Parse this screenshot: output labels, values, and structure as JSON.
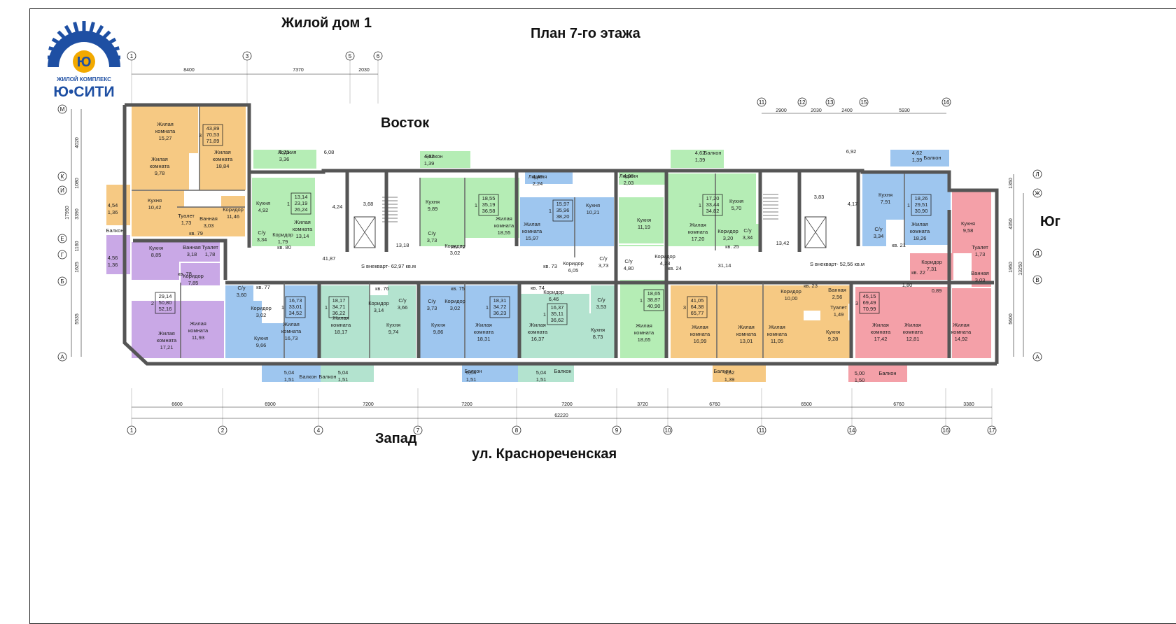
{
  "logo": {
    "letter": "Ю",
    "subtitle": "ЖИЛОЙ КОМПЛЕКС",
    "brand": "Ю•СИТИ",
    "color": "#1e4fa3",
    "accent": "#f2a900"
  },
  "headings": {
    "house": "Жилой дом 1",
    "floor": "План 7-го этажа",
    "east": "Восток",
    "south": "Юг",
    "west": "Запад",
    "street": "ул. Краснореченская"
  },
  "corridor_areas": [
    "S внекварт- 62,97 кв.м",
    "S внекварт- 52,56 кв.м"
  ],
  "colors": {
    "yellow": "#f6c983",
    "green": "#b5edb5",
    "blue": "#9ec6ef",
    "purple": "#c9a8e6",
    "mint": "#b3e3cf",
    "pink": "#f4a0a8",
    "wall": "#555555"
  },
  "rooms": [
    {
      "id": "r1",
      "color": "yellow",
      "labels": [
        "Жилая",
        "комната",
        "15,27"
      ]
    },
    {
      "id": "r2",
      "color": "yellow",
      "labels": [
        "Жилая",
        "комната",
        "18,84"
      ]
    },
    {
      "id": "r3",
      "color": "yellow",
      "labels": [
        "Жилая",
        "комната",
        "9,78"
      ]
    },
    {
      "id": "r4",
      "color": "yellow",
      "labels": [
        "Кухня",
        "10,42"
      ]
    },
    {
      "id": "r5",
      "color": "yellow",
      "labels": [
        "Туалет",
        "1,73"
      ]
    },
    {
      "id": "r6",
      "color": "yellow",
      "labels": [
        "Ванная",
        "3,03"
      ]
    },
    {
      "id": "r7",
      "color": "yellow",
      "labels": [
        "Коридор",
        "11,46"
      ]
    },
    {
      "id": "r8",
      "color": "yellow",
      "labels": [
        "4,54",
        "1,36"
      ]
    },
    {
      "id": "r9",
      "color": "green",
      "labels": [
        "6,71",
        "3,36"
      ]
    },
    {
      "id": "r10",
      "color": "green",
      "labels": [
        "Кухня",
        "4,92"
      ]
    },
    {
      "id": "r11",
      "color": "green",
      "labels": [
        "Жилая",
        "комната",
        "13,14"
      ]
    },
    {
      "id": "r12",
      "color": "green",
      "labels": [
        "С/у",
        "3,34"
      ]
    },
    {
      "id": "r13",
      "color": "green",
      "labels": [
        "Коридор",
        "1,79"
      ]
    },
    {
      "id": "r14",
      "color": "green",
      "labels": [
        "4,62",
        "1,39"
      ]
    },
    {
      "id": "r15",
      "color": "green",
      "labels": [
        "Кухня",
        "9,89"
      ]
    },
    {
      "id": "r16",
      "color": "green",
      "labels": [
        "Жилая",
        "комната",
        "18,55"
      ]
    },
    {
      "id": "r17",
      "color": "green",
      "labels": [
        "С/у",
        "3,73"
      ]
    },
    {
      "id": "r18",
      "color": "green",
      "labels": [
        "Коридор",
        "3,02"
      ]
    },
    {
      "id": "r19",
      "color": "blue",
      "labels": [
        "4,48",
        "2,24"
      ]
    },
    {
      "id": "r20",
      "color": "blue",
      "labels": [
        "Жилая",
        "комната",
        "15,97"
      ]
    },
    {
      "id": "r21",
      "color": "blue",
      "labels": [
        "Кухня",
        "10,21"
      ]
    },
    {
      "id": "r22",
      "color": "blue",
      "labels": [
        "Коридор",
        "6,05"
      ]
    },
    {
      "id": "r23",
      "color": "blue",
      "labels": [
        "С/у",
        "3,73"
      ]
    },
    {
      "id": "r24",
      "color": "green",
      "labels": [
        "4,06",
        "2,03"
      ]
    },
    {
      "id": "r25",
      "color": "green",
      "labels": [
        "Кухня",
        "11,19"
      ]
    },
    {
      "id": "r26",
      "color": "green",
      "labels": [
        "С/у",
        "4,80"
      ]
    },
    {
      "id": "r27",
      "color": "green",
      "labels": [
        "Коридор",
        "4,23"
      ]
    },
    {
      "id": "r28",
      "color": "green",
      "labels": [
        "Жилая",
        "комната",
        "18,65"
      ]
    },
    {
      "id": "r29",
      "color": "green",
      "labels": [
        "4,62",
        "1,39"
      ]
    },
    {
      "id": "r30",
      "color": "green",
      "labels": [
        "Жилая",
        "комната",
        "17,20"
      ]
    },
    {
      "id": "r31",
      "color": "green",
      "labels": [
        "Кухня",
        "5,70"
      ]
    },
    {
      "id": "r32",
      "color": "green",
      "labels": [
        "Коридор",
        "3,20"
      ]
    },
    {
      "id": "r33",
      "color": "green",
      "labels": [
        "С/у",
        "3,34"
      ]
    },
    {
      "id": "r34",
      "color": "blue",
      "labels": [
        "4,62",
        "1,39"
      ]
    },
    {
      "id": "r35",
      "color": "blue",
      "labels": [
        "Кухня",
        "7,91"
      ]
    },
    {
      "id": "r36",
      "color": "blue",
      "labels": [
        "Жилая",
        "комната",
        "18,26"
      ]
    },
    {
      "id": "r37",
      "color": "blue",
      "labels": [
        "С/у",
        "3,34"
      ]
    },
    {
      "id": "r38",
      "color": "pink",
      "labels": [
        "Кухня",
        "9,58"
      ]
    },
    {
      "id": "r39",
      "color": "pink",
      "labels": [
        "Туалет",
        "1,73"
      ]
    },
    {
      "id": "r40",
      "color": "pink",
      "labels": [
        "Ванная",
        "3,03"
      ]
    },
    {
      "id": "r41",
      "color": "pink",
      "labels": [
        "Коридор",
        "7,31"
      ]
    },
    {
      "id": "r42",
      "color": "pink",
      "labels": [
        "Жилая",
        "комната",
        "14,92"
      ]
    },
    {
      "id": "r43",
      "color": "pink",
      "labels": [
        "Жилая",
        "комната",
        "12,81"
      ]
    },
    {
      "id": "r44",
      "color": "pink",
      "labels": [
        "Жилая",
        "комната",
        "17,42"
      ]
    },
    {
      "id": "r45",
      "color": "pink",
      "labels": [
        "5,00",
        "1,50"
      ]
    },
    {
      "id": "r46",
      "color": "purple",
      "labels": [
        "4,56",
        "1,36"
      ]
    },
    {
      "id": "r47",
      "color": "purple",
      "labels": [
        "Кухня",
        "8,85"
      ]
    },
    {
      "id": "r48",
      "color": "purple",
      "labels": [
        "Ванная",
        "3,18"
      ]
    },
    {
      "id": "r49",
      "color": "purple",
      "labels": [
        "Туалет",
        "1,78"
      ]
    },
    {
      "id": "r50",
      "color": "purple",
      "labels": [
        "Коридор",
        "7,85"
      ]
    },
    {
      "id": "r51",
      "color": "purple",
      "labels": [
        "Жилая",
        "комната",
        "17,21"
      ]
    },
    {
      "id": "r52",
      "color": "purple",
      "labels": [
        "Жилая",
        "комната",
        "11,93"
      ]
    },
    {
      "id": "r53",
      "color": "blue",
      "labels": [
        "С/у",
        "3,60"
      ]
    },
    {
      "id": "r54",
      "color": "blue",
      "labels": [
        "Коридор",
        "3,02"
      ]
    },
    {
      "id": "r55",
      "color": "blue",
      "labels": [
        "Кухня",
        "9,66"
      ]
    },
    {
      "id": "r56",
      "color": "blue",
      "labels": [
        "Жилая",
        "комната",
        "16,73"
      ]
    },
    {
      "id": "r57",
      "color": "blue",
      "labels": [
        "5,04",
        "1,51"
      ]
    },
    {
      "id": "r58",
      "color": "mint",
      "labels": [
        "Жилая",
        "комната",
        "18,17"
      ]
    },
    {
      "id": "r59",
      "color": "mint",
      "labels": [
        "Коридор",
        "3,14"
      ]
    },
    {
      "id": "r60",
      "color": "mint",
      "labels": [
        "С/у",
        "3,66"
      ]
    },
    {
      "id": "r61",
      "color": "mint",
      "labels": [
        "Кухня",
        "9,74"
      ]
    },
    {
      "id": "r62",
      "color": "mint",
      "labels": [
        "5,04",
        "1,51"
      ]
    },
    {
      "id": "r63",
      "color": "blue",
      "labels": [
        "С/у",
        "3,73"
      ]
    },
    {
      "id": "r64",
      "color": "blue",
      "labels": [
        "Коридор",
        "3,02"
      ]
    },
    {
      "id": "r65",
      "color": "blue",
      "labels": [
        "Кухня",
        "9,86"
      ]
    },
    {
      "id": "r66",
      "color": "blue",
      "labels": [
        "Жилая",
        "комната",
        "18,31"
      ]
    },
    {
      "id": "r67",
      "color": "blue",
      "labels": [
        "5,04",
        "1,51"
      ]
    },
    {
      "id": "r68",
      "color": "mint",
      "labels": [
        "Коридор",
        "6,46"
      ]
    },
    {
      "id": "r69",
      "color": "mint",
      "labels": [
        "С/у",
        "3,53"
      ]
    },
    {
      "id": "r70",
      "color": "mint",
      "labels": [
        "Жилая",
        "комната",
        "16,37"
      ]
    },
    {
      "id": "r71",
      "color": "mint",
      "labels": [
        "Кухня",
        "8,73"
      ]
    },
    {
      "id": "r72",
      "color": "mint",
      "labels": [
        "5,04",
        "1,51"
      ]
    },
    {
      "id": "r73",
      "color": "yellow",
      "labels": [
        "Жилая",
        "комната",
        "16,99"
      ]
    },
    {
      "id": "r74",
      "color": "yellow",
      "labels": [
        "Жилая",
        "комната",
        "13,01"
      ]
    },
    {
      "id": "r75",
      "color": "yellow",
      "labels": [
        "Жилая",
        "комната",
        "11,05"
      ]
    },
    {
      "id": "r76",
      "color": "yellow",
      "labels": [
        "Коридор",
        "10,00"
      ]
    },
    {
      "id": "r77",
      "color": "yellow",
      "labels": [
        "Ванная",
        "2,56"
      ]
    },
    {
      "id": "r78",
      "color": "yellow",
      "labels": [
        "Туалет",
        "1,49"
      ]
    },
    {
      "id": "r79",
      "color": "yellow",
      "labels": [
        "Кухня",
        "9,28"
      ]
    },
    {
      "id": "r80",
      "color": "yellow",
      "labels": [
        "4,62",
        "1,39"
      ]
    }
  ],
  "apartments": [
    {
      "no": "кв. 79",
      "rooms": "3",
      "areas": [
        "43,89",
        "70,53",
        "71,89"
      ]
    },
    {
      "no": "кв. 80",
      "rooms": "1",
      "areas": [
        "13,14",
        "23,19",
        "26,24"
      ]
    },
    {
      "no": "кв. 72",
      "rooms": "1",
      "areas": [
        "18,55",
        "35,19",
        "36,58"
      ]
    },
    {
      "no": "кв. 73",
      "rooms": "1",
      "areas": [
        "15,97",
        "35,96",
        "38,20"
      ]
    },
    {
      "no": "кв. 24",
      "rooms": "1",
      "areas": [
        "18,65",
        "38,87",
        "40,90"
      ]
    },
    {
      "no": "кв. 25",
      "rooms": "1",
      "areas": [
        "17,20",
        "33,44",
        "34,82"
      ]
    },
    {
      "no": "кв. 21",
      "rooms": "1",
      "areas": [
        "18,26",
        "29,51",
        "30,90"
      ]
    },
    {
      "no": "кв. 22",
      "rooms": "3",
      "areas": [
        "45,15",
        "69,49",
        "70,99"
      ]
    },
    {
      "no": "кв. 78",
      "rooms": "2",
      "areas": [
        "29,14",
        "50,80",
        "52,16"
      ]
    },
    {
      "no": "кв. 77",
      "rooms": "1",
      "areas": [
        "16,73",
        "33,01",
        "34,52"
      ]
    },
    {
      "no": "кв. 76",
      "rooms": "1",
      "areas": [
        "18,17",
        "34,71",
        "36,22"
      ]
    },
    {
      "no": "кв. 75",
      "rooms": "1",
      "areas": [
        "18,31",
        "34,72",
        "36,23"
      ]
    },
    {
      "no": "кв. 74",
      "rooms": "1",
      "areas": [
        "16,37",
        "35,11",
        "36,62"
      ]
    },
    {
      "no": "кв. 23",
      "rooms": "3",
      "areas": [
        "41,05",
        "64,38",
        "65,77"
      ]
    }
  ],
  "balcony_words": [
    "Лоджия",
    "Балкон"
  ],
  "corridor_values": [
    "6,08",
    "4,24",
    "3,68",
    "13,18",
    "41,87",
    "31,14",
    "13,42",
    "3,83",
    "4,17",
    "6,92",
    "1,80",
    "0,89"
  ],
  "axes_top_left": [
    "1",
    "3",
    "5",
    "6"
  ],
  "axes_top_right": [
    "11",
    "12",
    "13",
    "15",
    "16"
  ],
  "axes_bottom": [
    "1",
    "2",
    "4",
    "7",
    "8",
    "9",
    "10",
    "11",
    "14",
    "16",
    "17"
  ],
  "axes_left": [
    "М",
    "К",
    "И",
    "Е",
    "Г",
    "Б",
    "А"
  ],
  "axes_right": [
    "Л",
    "Ж",
    "Д",
    "В",
    "А"
  ],
  "dims_top_left": [
    "8400",
    "7370",
    "2030"
  ],
  "dims_top_right": [
    "2900",
    "2030",
    "2400",
    "5930"
  ],
  "dims_bottom": [
    "6600",
    "6900",
    "7200",
    "7200",
    "7200",
    "3720",
    "6760",
    "6500",
    "6760",
    "3380"
  ],
  "dim_total": "62220",
  "dims_left": [
    "4020",
    "1080",
    "3390",
    "1160",
    "1625",
    "5535"
  ],
  "dim_left_total": "17950",
  "dims_right": [
    "1350",
    "4350",
    "1950",
    "5600"
  ],
  "dim_right_total": "13250"
}
